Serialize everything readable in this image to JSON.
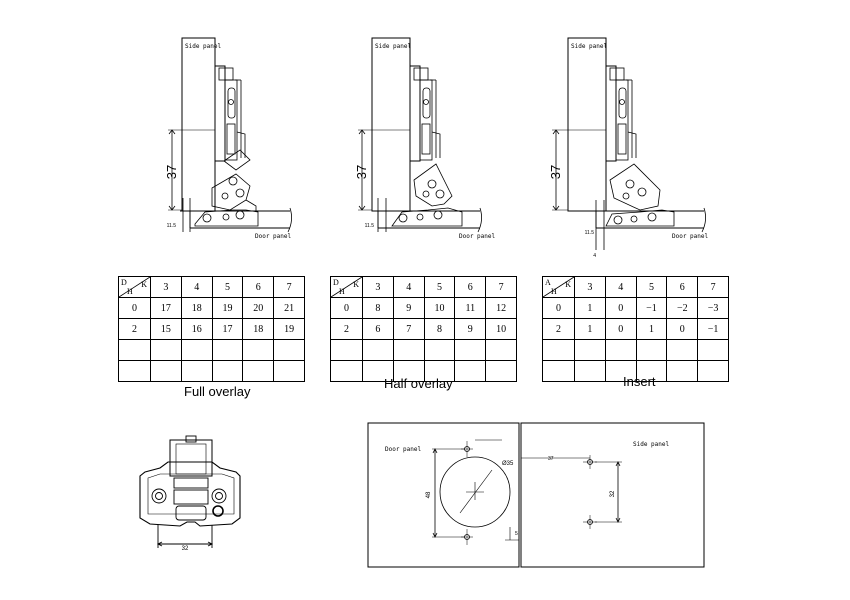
{
  "side_panel_label": "Side panel",
  "door_panel_label": "Door panel",
  "depth_dimension": "37",
  "gap_dimension": "11.5",
  "insert_small_dimension": "4",
  "diagrams": [
    {
      "id": "full",
      "caption": "Full overlay"
    },
    {
      "id": "half",
      "caption": "Half overlay"
    },
    {
      "id": "insert",
      "caption": "Insert"
    }
  ],
  "tables": [
    {
      "id": "full",
      "corner": {
        "top": "D",
        "right": "K",
        "bottom": "H"
      },
      "headers": [
        "3",
        "4",
        "5",
        "6",
        "7"
      ],
      "rows": [
        {
          "h": "0",
          "values": [
            "17",
            "18",
            "19",
            "20",
            "21"
          ]
        },
        {
          "h": "2",
          "values": [
            "15",
            "16",
            "17",
            "18",
            "19"
          ]
        },
        {
          "h": "",
          "values": [
            "",
            "",
            "",
            "",
            ""
          ]
        },
        {
          "h": "",
          "values": [
            "",
            "",
            "",
            "",
            ""
          ]
        }
      ]
    },
    {
      "id": "half",
      "corner": {
        "top": "D",
        "right": "K",
        "bottom": "H"
      },
      "headers": [
        "3",
        "4",
        "5",
        "6",
        "7"
      ],
      "rows": [
        {
          "h": "0",
          "values": [
            "8",
            "9",
            "10",
            "11",
            "12"
          ]
        },
        {
          "h": "2",
          "values": [
            "6",
            "7",
            "8",
            "9",
            "10"
          ]
        },
        {
          "h": "",
          "values": [
            "",
            "",
            "",
            "",
            ""
          ]
        },
        {
          "h": "",
          "values": [
            "",
            "",
            "",
            "",
            ""
          ]
        }
      ]
    },
    {
      "id": "insert",
      "corner": {
        "top": "A",
        "right": "K",
        "bottom": "H"
      },
      "headers": [
        "3",
        "4",
        "5",
        "6",
        "7"
      ],
      "rows": [
        {
          "h": "0",
          "values": [
            "1",
            "0",
            "−1",
            "−2",
            "−3"
          ]
        },
        {
          "h": "2",
          "values": [
            "1",
            "0",
            "1",
            "0",
            "−1"
          ]
        },
        {
          "h": "",
          "values": [
            "",
            "",
            "",
            "",
            ""
          ]
        },
        {
          "h": "",
          "values": [
            "",
            "",
            "",
            "",
            ""
          ]
        }
      ]
    }
  ],
  "hinge_bottom_view": {
    "width_dimension": "32"
  },
  "drilling": {
    "door_panel_label": "Door panel",
    "side_panel_label": "Side panel",
    "cup_diameter": "Ø35",
    "hole_spacing": "48",
    "edge_distance": "5",
    "side_offset": "37",
    "side_spacing": "32"
  }
}
